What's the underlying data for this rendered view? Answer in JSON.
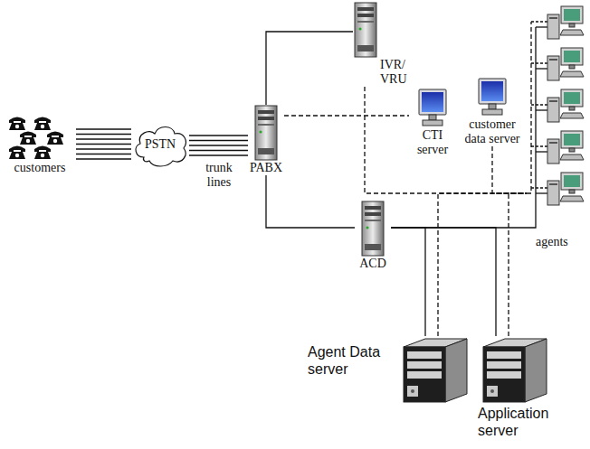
{
  "diagram": {
    "nodes": [
      {
        "text": [
          "customers"
        ]
      },
      {
        "text": [
          "PSTN"
        ]
      },
      {
        "text": [
          "PABX"
        ]
      },
      {
        "text": [
          "IVR/ VRU"
        ]
      },
      {
        "text": [
          "CTI server"
        ]
      },
      {
        "text": [
          "customer data server"
        ]
      },
      {
        "text": [
          "ACD"
        ]
      },
      {
        "text": [
          "agents"
        ]
      },
      {
        "text": [
          "Agent Data server"
        ]
      },
      {
        "text": [
          "Application server"
        ]
      }
    ],
    "edges": [
      {
        "from": 0,
        "to": 1,
        "arrow": "none"
      },
      {
        "from": 1,
        "to": 2,
        "label": "trunk lines",
        "arrow": "none"
      },
      {
        "from": 2,
        "to": 3,
        "arrow": "none"
      },
      {
        "from": 2,
        "to": 4,
        "arrow": "none"
      },
      {
        "from": 2,
        "to": 6,
        "arrow": "none"
      },
      {
        "from": 3,
        "to": 7,
        "arrow": "none"
      },
      {
        "from": 6,
        "to": 7,
        "arrow": "none"
      },
      {
        "from": 5,
        "to": 7,
        "arrow": "none"
      },
      {
        "from": 8,
        "to": 6,
        "arrow": "none"
      },
      {
        "from": 8,
        "to": 7,
        "arrow": "none"
      },
      {
        "from": 9,
        "to": 6,
        "arrow": "none"
      },
      {
        "from": 9,
        "to": 7,
        "arrow": "none"
      }
    ]
  }
}
